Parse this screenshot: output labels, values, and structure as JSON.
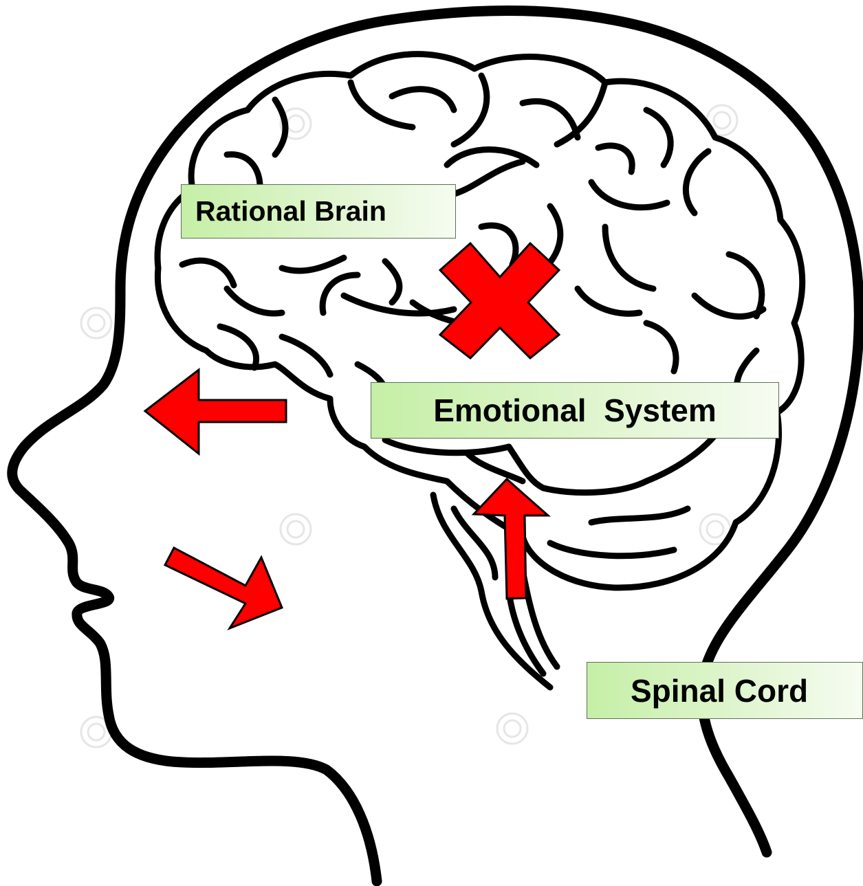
{
  "labels": {
    "rational_brain": "Rational Brain",
    "emotional_system": "Emotional  System",
    "spinal_cord": "Spinal Cord"
  },
  "colors": {
    "outline": "#000000",
    "arrow_fill": "#ff0000",
    "label_gradient_start": "#c5efa6",
    "label_gradient_end": "#f6fcf1"
  },
  "icons": [
    "head-silhouette",
    "brain-outline",
    "cross-icon",
    "arrow-left-icon",
    "arrow-down-right-icon",
    "arrow-up-icon"
  ]
}
